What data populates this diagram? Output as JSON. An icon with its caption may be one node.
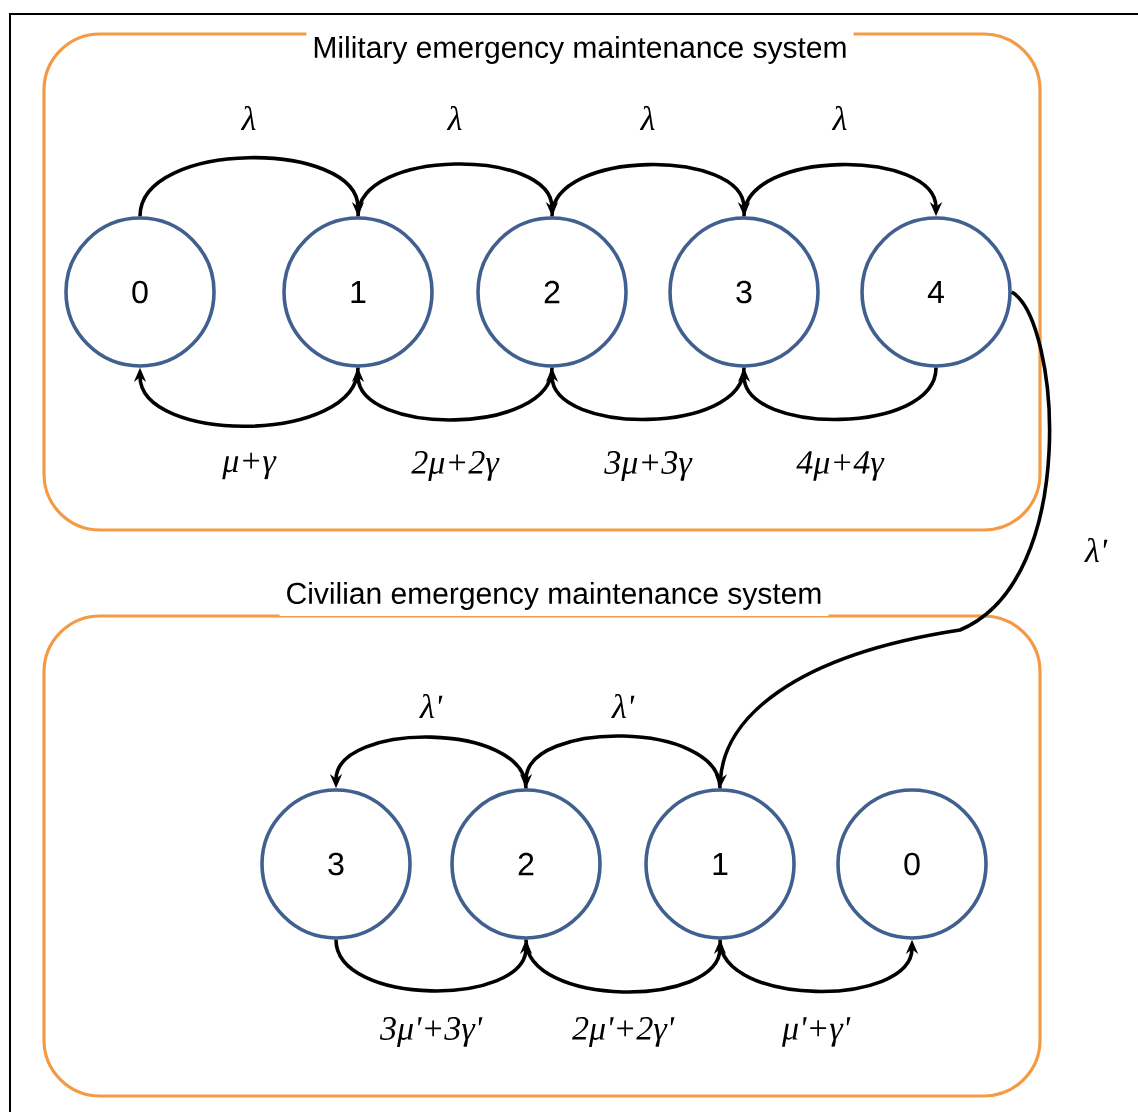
{
  "diagram": {
    "nodes": [
      {
        "text": [
          "Military emergency   maintenance system"
        ]
      },
      {
        "text": [
          "Civilian emergency   maintenance system"
        ]
      },
      {
        "text": [
          "0"
        ],
        "in": 0
      },
      {
        "text": [
          "1"
        ],
        "in": 0
      },
      {
        "text": [
          "2"
        ],
        "in": 0
      },
      {
        "text": [
          "3"
        ],
        "in": 0
      },
      {
        "text": [
          "4"
        ],
        "in": 0
      },
      {
        "text": [
          "3"
        ],
        "in": 1
      },
      {
        "text": [
          "2"
        ],
        "in": 1
      },
      {
        "text": [
          "1"
        ],
        "in": 1
      },
      {
        "text": [
          "0"
        ],
        "in": 1
      }
    ],
    "edges": [
      {
        "from": 2,
        "to": 3,
        "arrow": "to",
        "label": "λ"
      },
      {
        "from": 3,
        "to": 4,
        "arrow": "to",
        "label": "λ"
      },
      {
        "from": 4,
        "to": 5,
        "arrow": "to",
        "label": "λ"
      },
      {
        "from": 5,
        "to": 6,
        "arrow": "to",
        "label": "λ"
      },
      {
        "from": 3,
        "to": 2,
        "arrow": "to",
        "label": "μ+γ"
      },
      {
        "from": 4,
        "to": 3,
        "arrow": "to",
        "label": "2μ+2γ"
      },
      {
        "from": 5,
        "to": 4,
        "arrow": "to",
        "label": "3μ+3γ"
      },
      {
        "from": 6,
        "to": 5,
        "arrow": "to",
        "label": "4μ+4γ"
      },
      {
        "from": 6,
        "to": 9,
        "arrow": "to",
        "label": "λ'"
      },
      {
        "from": 9,
        "to": 8,
        "arrow": "to",
        "label": "λ'"
      },
      {
        "from": 8,
        "to": 7,
        "arrow": "to",
        "label": "λ'"
      },
      {
        "from": 7,
        "to": 8,
        "arrow": "to",
        "label": "3μ'+3γ'"
      },
      {
        "from": 8,
        "to": 9,
        "arrow": "to",
        "label": "2μ'+2γ'"
      },
      {
        "from": 9,
        "to": 10,
        "arrow": "to",
        "label": "μ'+γ'"
      }
    ]
  }
}
